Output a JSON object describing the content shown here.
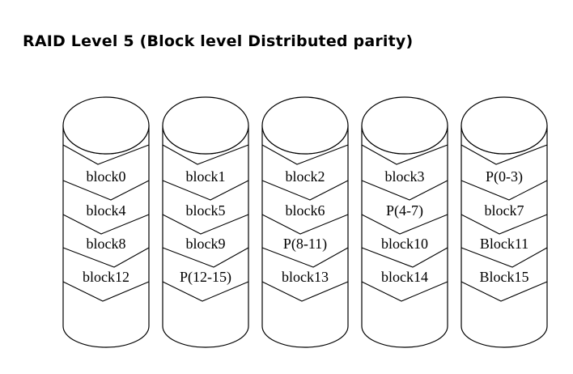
{
  "title": "RAID Level 5 (Block level Distributed parity)",
  "disks": [
    {
      "blocks": [
        "block0",
        "block4",
        "block8",
        "block12"
      ]
    },
    {
      "blocks": [
        "block1",
        "block5",
        "block9",
        "P(12-15)"
      ]
    },
    {
      "blocks": [
        "block2",
        "block6",
        "P(8-11)",
        "block13"
      ]
    },
    {
      "blocks": [
        "block3",
        "P(4-7)",
        "block10",
        "block14"
      ]
    },
    {
      "blocks": [
        "P(0-3)",
        "block7",
        "Block11",
        "Block15"
      ]
    }
  ],
  "colors": {
    "stroke": "#000000",
    "fill": "#ffffff",
    "text": "#000000"
  }
}
